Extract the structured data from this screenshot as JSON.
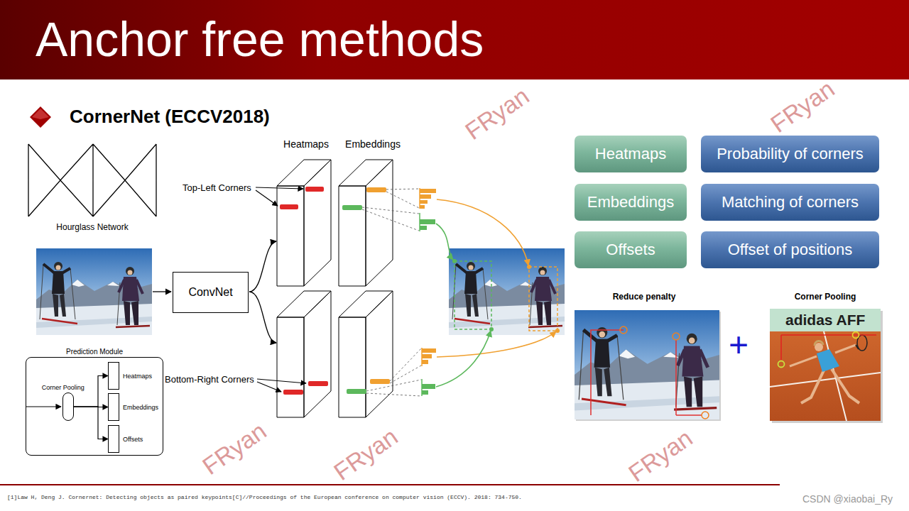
{
  "diagram": {
    "title": "Anchor free methods",
    "nodes": [
      {
        "text": [
          "Heatmaps"
        ]
      },
      {
        "text": [
          "Probability of corners"
        ]
      },
      {
        "text": [
          "Embeddings"
        ]
      },
      {
        "text": [
          "Matching of corners"
        ]
      },
      {
        "text": [
          "Offsets"
        ]
      },
      {
        "text": [
          "Offset of positions"
        ]
      },
      {
        "text": [
          "ConvNet"
        ]
      },
      {
        "text": [
          "Prediction Module"
        ]
      },
      {
        "text": [
          "Corner Pooling"
        ],
        "in": 7
      },
      {
        "text": [
          "Heatmaps"
        ],
        "in": 7
      },
      {
        "text": [
          "Embeddings"
        ],
        "in": 7
      },
      {
        "text": [
          "Offsets"
        ],
        "in": 7
      }
    ],
    "edges": [
      {
        "from": 8,
        "to": 9,
        "arrow": "to"
      },
      {
        "from": 8,
        "to": 10,
        "arrow": "to"
      },
      {
        "from": 8,
        "to": 11,
        "arrow": "to"
      }
    ],
    "labels": [
      "CornerNet (ECCV2018)",
      "Hourglass Network",
      "Heatmaps",
      "Embeddings",
      "Top-Left Corners",
      "Bottom-Right Corners",
      "Reduce penalty",
      "+",
      "Corner Pooling",
      "adidas AFF",
      "[1]Law H, Deng J. Cornernet: Detecting objects as paired keypoints[C]//Proceedings of the European conference on computer vision (ECCV). 2018: 734-750.",
      "CSDN @xiaobai_Ry",
      "FRyan",
      "FRyan",
      "FRyan",
      "FRyan",
      "FRyan"
    ]
  }
}
